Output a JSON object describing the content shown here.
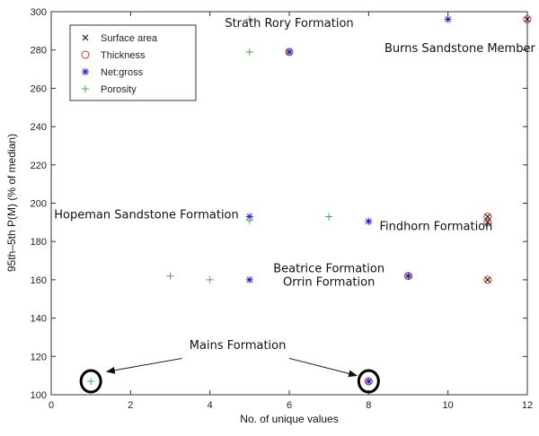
{
  "chart_data": {
    "type": "scatter",
    "xlabel": "No. of unique values",
    "ylabel": "95th–5th P(M) (% of median)",
    "xlim": [
      0,
      12
    ],
    "ylim": [
      100,
      300
    ],
    "xticks": [
      0,
      2,
      4,
      6,
      8,
      10,
      12
    ],
    "yticks": [
      100,
      120,
      140,
      160,
      180,
      200,
      220,
      240,
      260,
      280,
      300
    ],
    "grid": false,
    "legend_position": "top-left",
    "series": [
      {
        "name": "Surface area",
        "marker": "x",
        "color": "#000000",
        "points": [
          [
            12,
            296
          ],
          [
            6,
            279
          ],
          [
            11,
            193
          ],
          [
            11,
            190
          ],
          [
            11,
            160
          ],
          [
            9,
            162
          ],
          [
            8,
            107
          ]
        ]
      },
      {
        "name": "Thickness",
        "marker": "o",
        "color": "#c0392b",
        "points": [
          [
            12,
            296
          ],
          [
            6,
            279
          ],
          [
            11,
            193
          ],
          [
            11,
            190
          ],
          [
            11,
            160
          ],
          [
            9,
            162
          ],
          [
            8,
            107
          ]
        ]
      },
      {
        "name": "Net:gross",
        "marker": "*",
        "color": "#1f1fd0",
        "points": [
          [
            10,
            296
          ],
          [
            6,
            279
          ],
          [
            5,
            193
          ],
          [
            8,
            190.5
          ],
          [
            5,
            160
          ],
          [
            9,
            162
          ],
          [
            8,
            107
          ]
        ]
      },
      {
        "name": "Porosity",
        "marker": "+",
        "color": "#3cb44b",
        "points": [
          [
            5,
            296
          ],
          [
            5,
            279
          ],
          [
            5,
            191
          ],
          [
            7,
            193
          ],
          [
            3,
            162
          ],
          [
            4,
            160
          ],
          [
            1,
            107
          ]
        ]
      }
    ],
    "annotations": [
      {
        "text": "Strath Rory Formation",
        "x": 6.0,
        "y": 292
      },
      {
        "text": "Burns Sandstone Member",
        "x": 10.3,
        "y": 279
      },
      {
        "text": "Hopeman Sandstone Formation",
        "x": 2.4,
        "y": 192
      },
      {
        "text": "Findhorn Formation",
        "x": 9.7,
        "y": 186
      },
      {
        "text": "Beatrice Formation",
        "x": 7.0,
        "y": 164
      },
      {
        "text": "Orrin Formation",
        "x": 7.0,
        "y": 157
      },
      {
        "text": "Mains Formation",
        "x": 4.7,
        "y": 124
      }
    ]
  }
}
